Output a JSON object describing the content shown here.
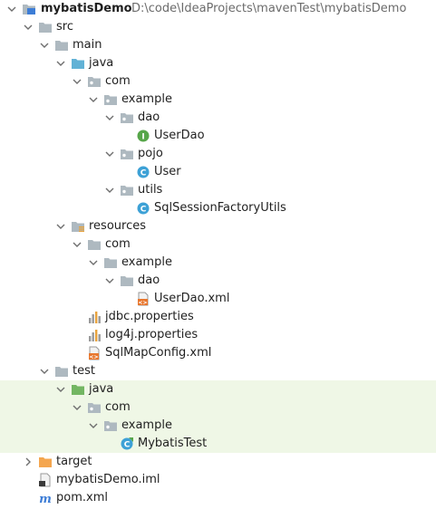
{
  "tree": {
    "root": {
      "label": "mybatisDemo",
      "path": "D:\\code\\IdeaProjects\\mavenTest\\mybatisDemo"
    },
    "src": "src",
    "main": "main",
    "main_java": "java",
    "main_com": "com",
    "main_example": "example",
    "dao": "dao",
    "user_dao": "UserDao",
    "pojo": "pojo",
    "user": "User",
    "utils": "utils",
    "sql_session_factory_utils": "SqlSessionFactoryUtils",
    "resources": "resources",
    "res_com": "com",
    "res_example": "example",
    "res_dao": "dao",
    "user_dao_xml": "UserDao.xml",
    "jdbc_properties": "jdbc.properties",
    "log4j_properties": "log4j.properties",
    "sql_map_config": "SqlMapConfig.xml",
    "test": "test",
    "test_java": "java",
    "test_com": "com",
    "test_example": "example",
    "mybatis_test": "MybatisTest",
    "target": "target",
    "iml": "mybatisDemo.iml",
    "pom": "pom.xml"
  },
  "colors": {
    "folder": "#aeb9c0",
    "source_folder": "#62b2d6",
    "test_folder": "#73b662",
    "excluded_folder": "#f4a64f",
    "interface_icon": "#57a64a",
    "class_icon": "#3da1d6",
    "test_row_background": "#eff7e6"
  }
}
